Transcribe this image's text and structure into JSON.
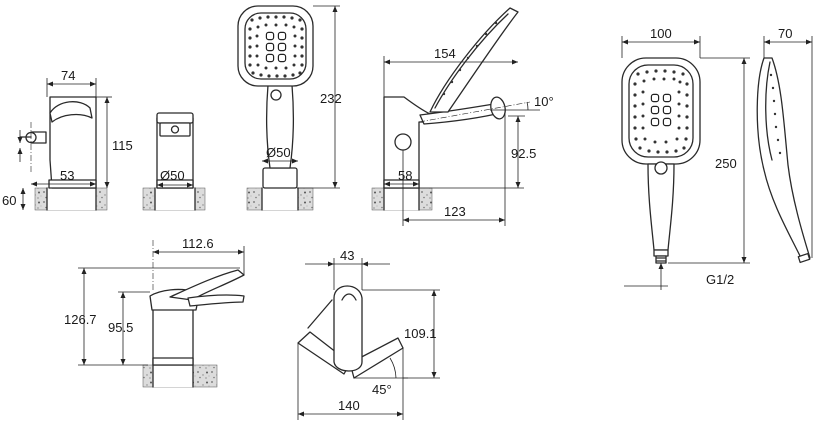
{
  "dimensions": {
    "spout_width": "74",
    "spout_height": "115",
    "spout_offset": "53",
    "deck_thickness": "60",
    "valve_diameter": "Ø50",
    "holder_diameter": "Ø50",
    "holder_height": "232",
    "side_length": "154",
    "side_angle": "10°",
    "side_height": "92.5",
    "side_offset": "58",
    "side_reach": "123",
    "head_width": "100",
    "head_depth": "70",
    "head_length": "250",
    "thread": "G1/2",
    "mixer_reach": "112.6",
    "mixer_total_height": "126.7",
    "mixer_body_height": "95.5",
    "top_width": "43",
    "top_height": "109.1",
    "top_angle": "45°",
    "top_length": "140"
  }
}
